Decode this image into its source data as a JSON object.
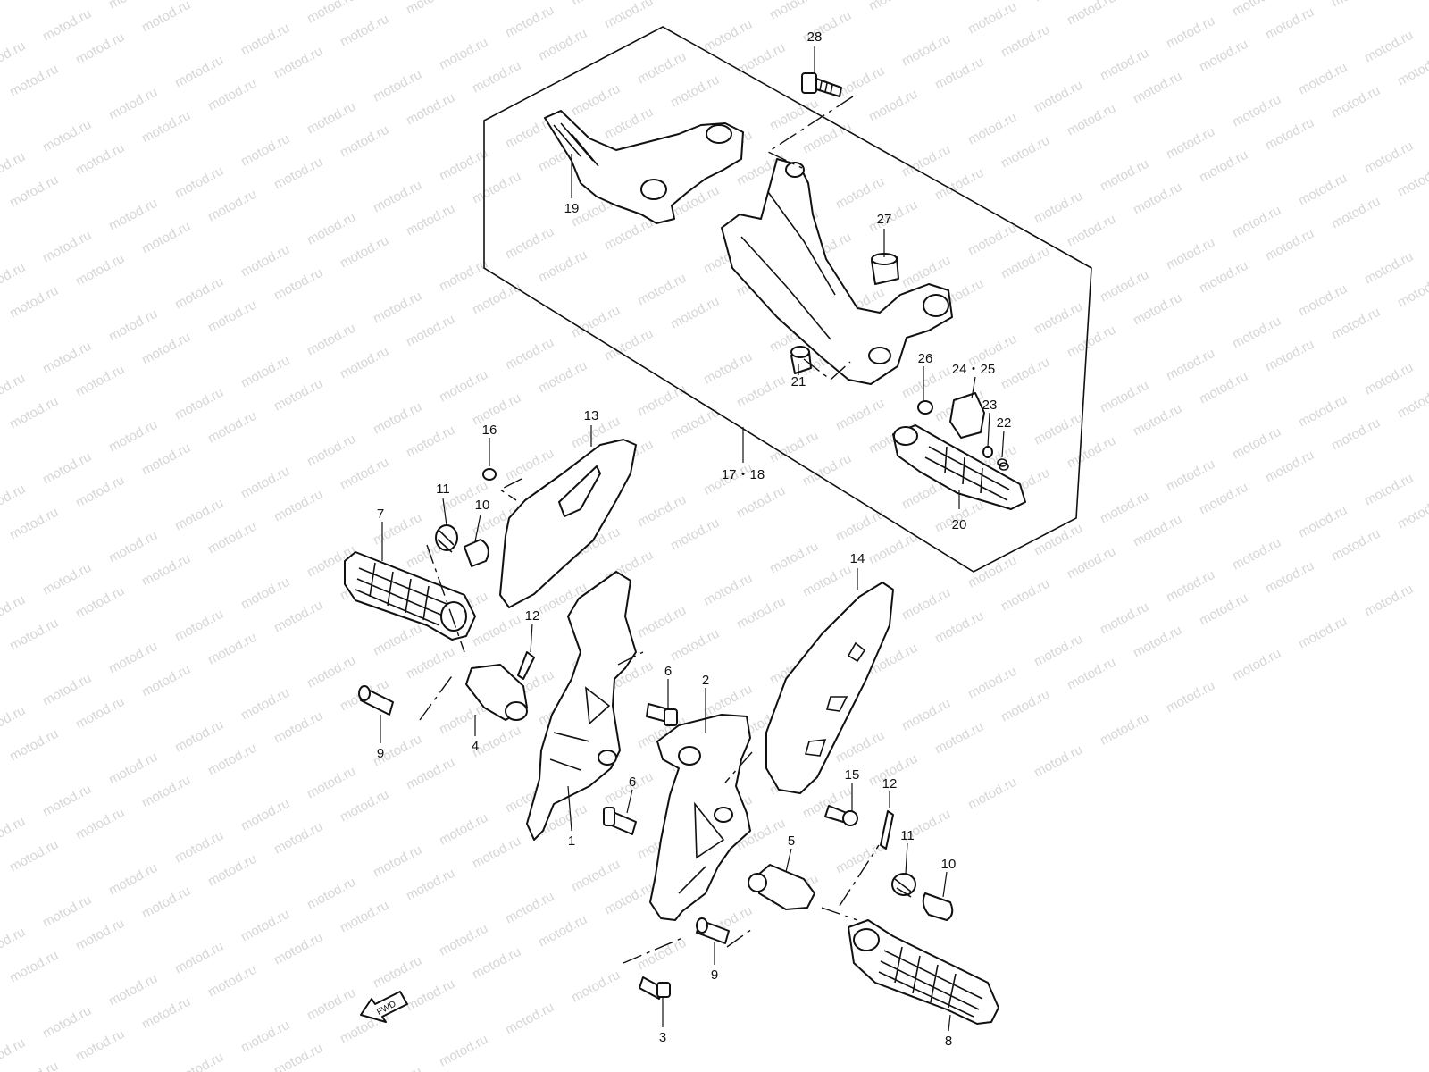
{
  "watermark": "motod.ru",
  "fwd_label": "FWD",
  "callouts": {
    "c1": "1",
    "c2": "2",
    "c3": "3",
    "c4": "4",
    "c5": "5",
    "c6a": "6",
    "c6b": "6",
    "c7": "7",
    "c8": "8",
    "c9a": "9",
    "c9b": "9",
    "c10a": "10",
    "c10b": "10",
    "c11a": "11",
    "c11b": "11",
    "c12a": "12",
    "c12b": "12",
    "c13": "13",
    "c14": "14",
    "c15": "15",
    "c16": "16",
    "c17_18": "17・18",
    "c19": "19",
    "c20": "20",
    "c21": "21",
    "c22": "22",
    "c23": "23",
    "c24_25": "24・25",
    "c26": "26",
    "c27": "27",
    "c28": "28"
  },
  "colors": {
    "ink": "#111111",
    "watermark": "#d6d6d6",
    "background": "#ffffff"
  }
}
